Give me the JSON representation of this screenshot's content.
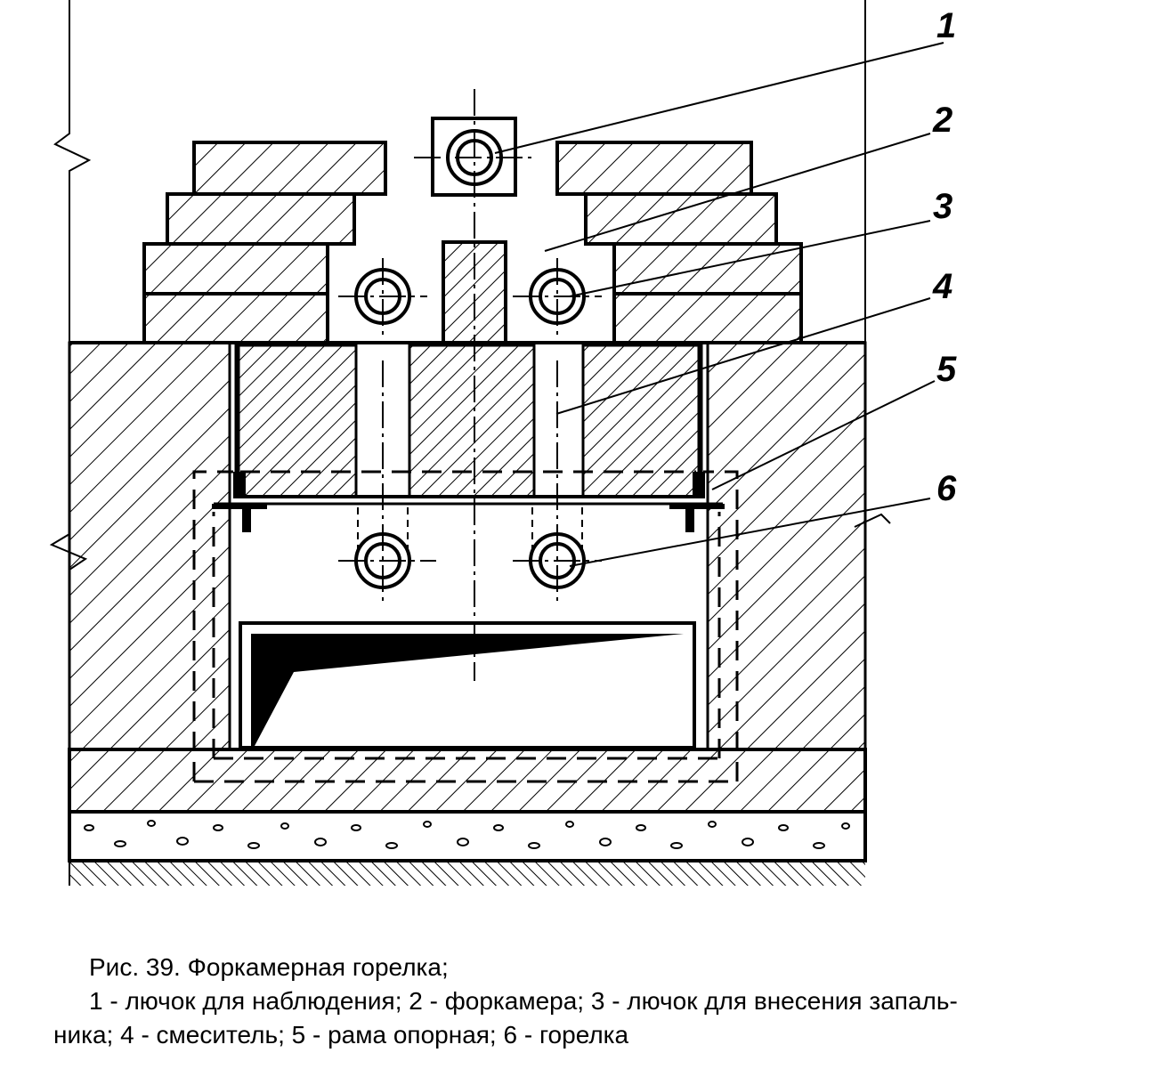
{
  "figure": {
    "callouts": [
      "1",
      "2",
      "3",
      "4",
      "5",
      "6"
    ]
  },
  "caption": {
    "line1": "Рис. 39. Форкамерная горелка;",
    "line2": "1 - лючок для наблюдения; 2 - форкамера; 3 - лючок для внесения запаль-",
    "line3": "ника; 4 - смеситель; 5 - рама опорная; 6 - горелка"
  }
}
